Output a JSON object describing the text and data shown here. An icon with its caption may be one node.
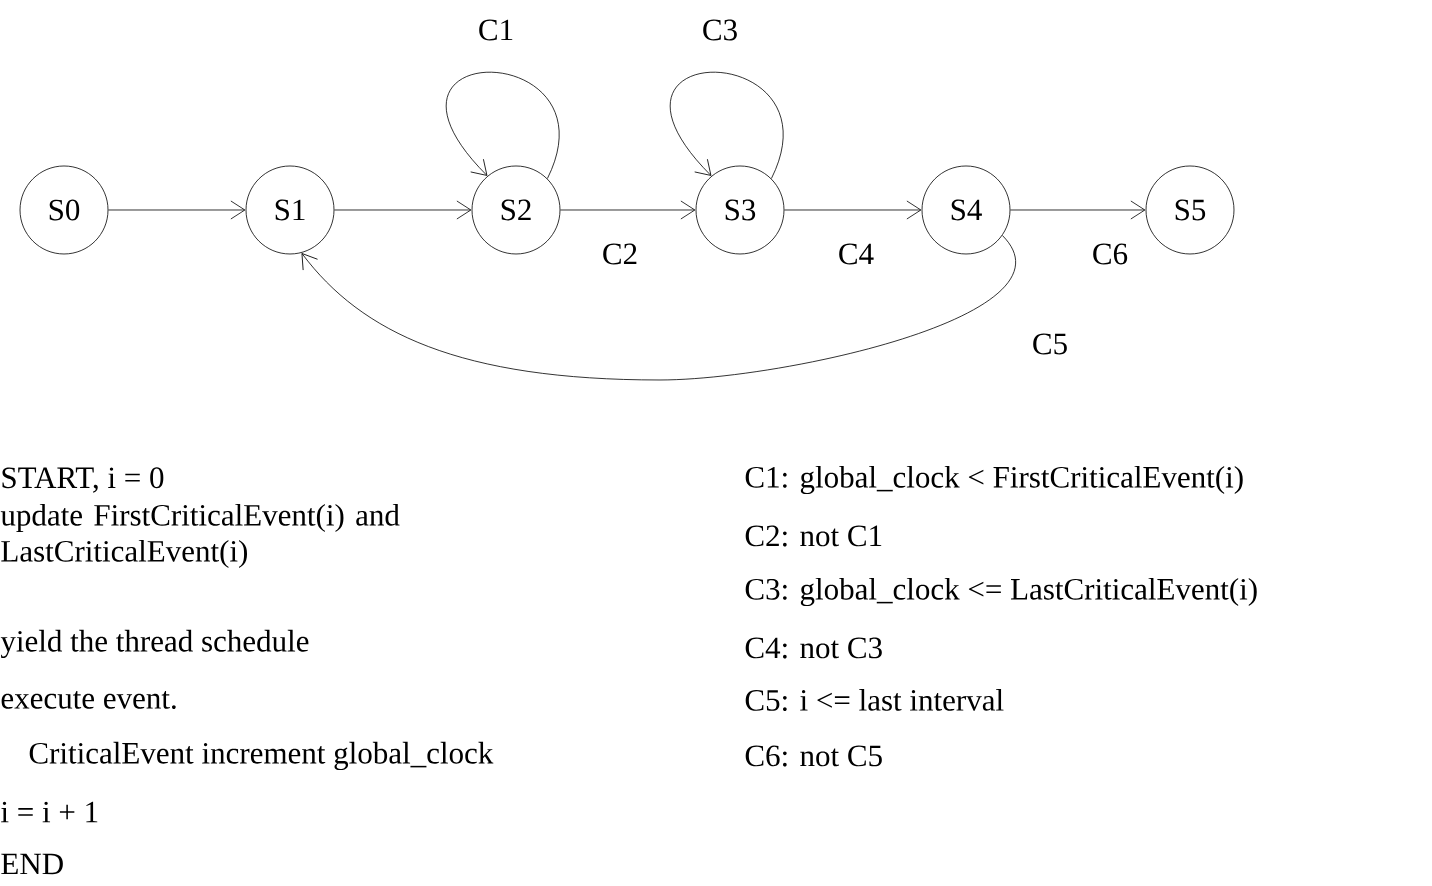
{
  "diagram": {
    "nodes": [
      {
        "text": [
          "S0"
        ]
      },
      {
        "text": [
          "S1"
        ]
      },
      {
        "text": [
          "S2"
        ]
      },
      {
        "text": [
          "S3"
        ]
      },
      {
        "text": [
          "S4"
        ]
      },
      {
        "text": [
          "S5"
        ]
      }
    ],
    "edges": [
      {
        "from": 0,
        "to": 1,
        "arrow": "to"
      },
      {
        "from": 1,
        "to": 2,
        "arrow": "to"
      },
      {
        "from": 2,
        "to": 2,
        "arrow": "to",
        "label": "C1"
      },
      {
        "from": 2,
        "to": 3,
        "arrow": "to",
        "label": "C2"
      },
      {
        "from": 3,
        "to": 3,
        "arrow": "to",
        "label": "C3"
      },
      {
        "from": 3,
        "to": 4,
        "arrow": "to",
        "label": "C4"
      },
      {
        "from": 4,
        "to": 5,
        "arrow": "to",
        "label": "C6"
      },
      {
        "from": 4,
        "to": 1,
        "arrow": "to",
        "label": "C5"
      }
    ],
    "labels": [
      "START, i = 0",
      "update FirstCriticalEvent(i) and LastCriticalEvent(i)",
      "yield the thread schedule",
      "execute event.",
      "CriticalEvent increment global_clock",
      "i = i + 1",
      "END",
      "C1: global_clock < FirstCriticalEvent(i)",
      "C2: not C1",
      "C3: global_clock <= LastCriticalEvent(i)",
      "C4: not C3",
      "C5: i <= last interval",
      "C6: not C5"
    ]
  }
}
